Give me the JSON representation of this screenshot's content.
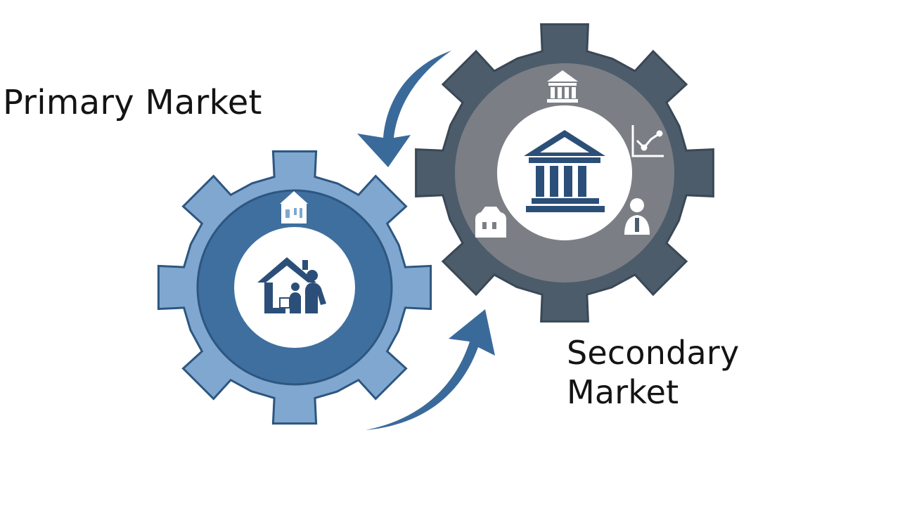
{
  "labels": {
    "primary_market": "Primary Market",
    "secondary_market_line1": "Secondary",
    "secondary_market_line2": "Market"
  },
  "colors": {
    "primary_gear_outer": "#7fa7cf",
    "primary_gear_ring": "#3f6f9f",
    "primary_gear_stroke": "#2d5680",
    "secondary_gear_outer": "#4d5c6b",
    "secondary_gear_ring": "#7b7f85",
    "arrow": "#3a6a9a",
    "icon_blue": "#2b4f78",
    "text": "#141414"
  },
  "icons": {
    "primary_center": "home-family-icon",
    "primary_top": "small-house-icon",
    "secondary_center": "bank-building-icon",
    "secondary_top": "small-bank-icon",
    "secondary_right": "chart-trend-icon",
    "secondary_bottom_right": "investor-person-icon",
    "secondary_left": "money-bag-icon"
  }
}
